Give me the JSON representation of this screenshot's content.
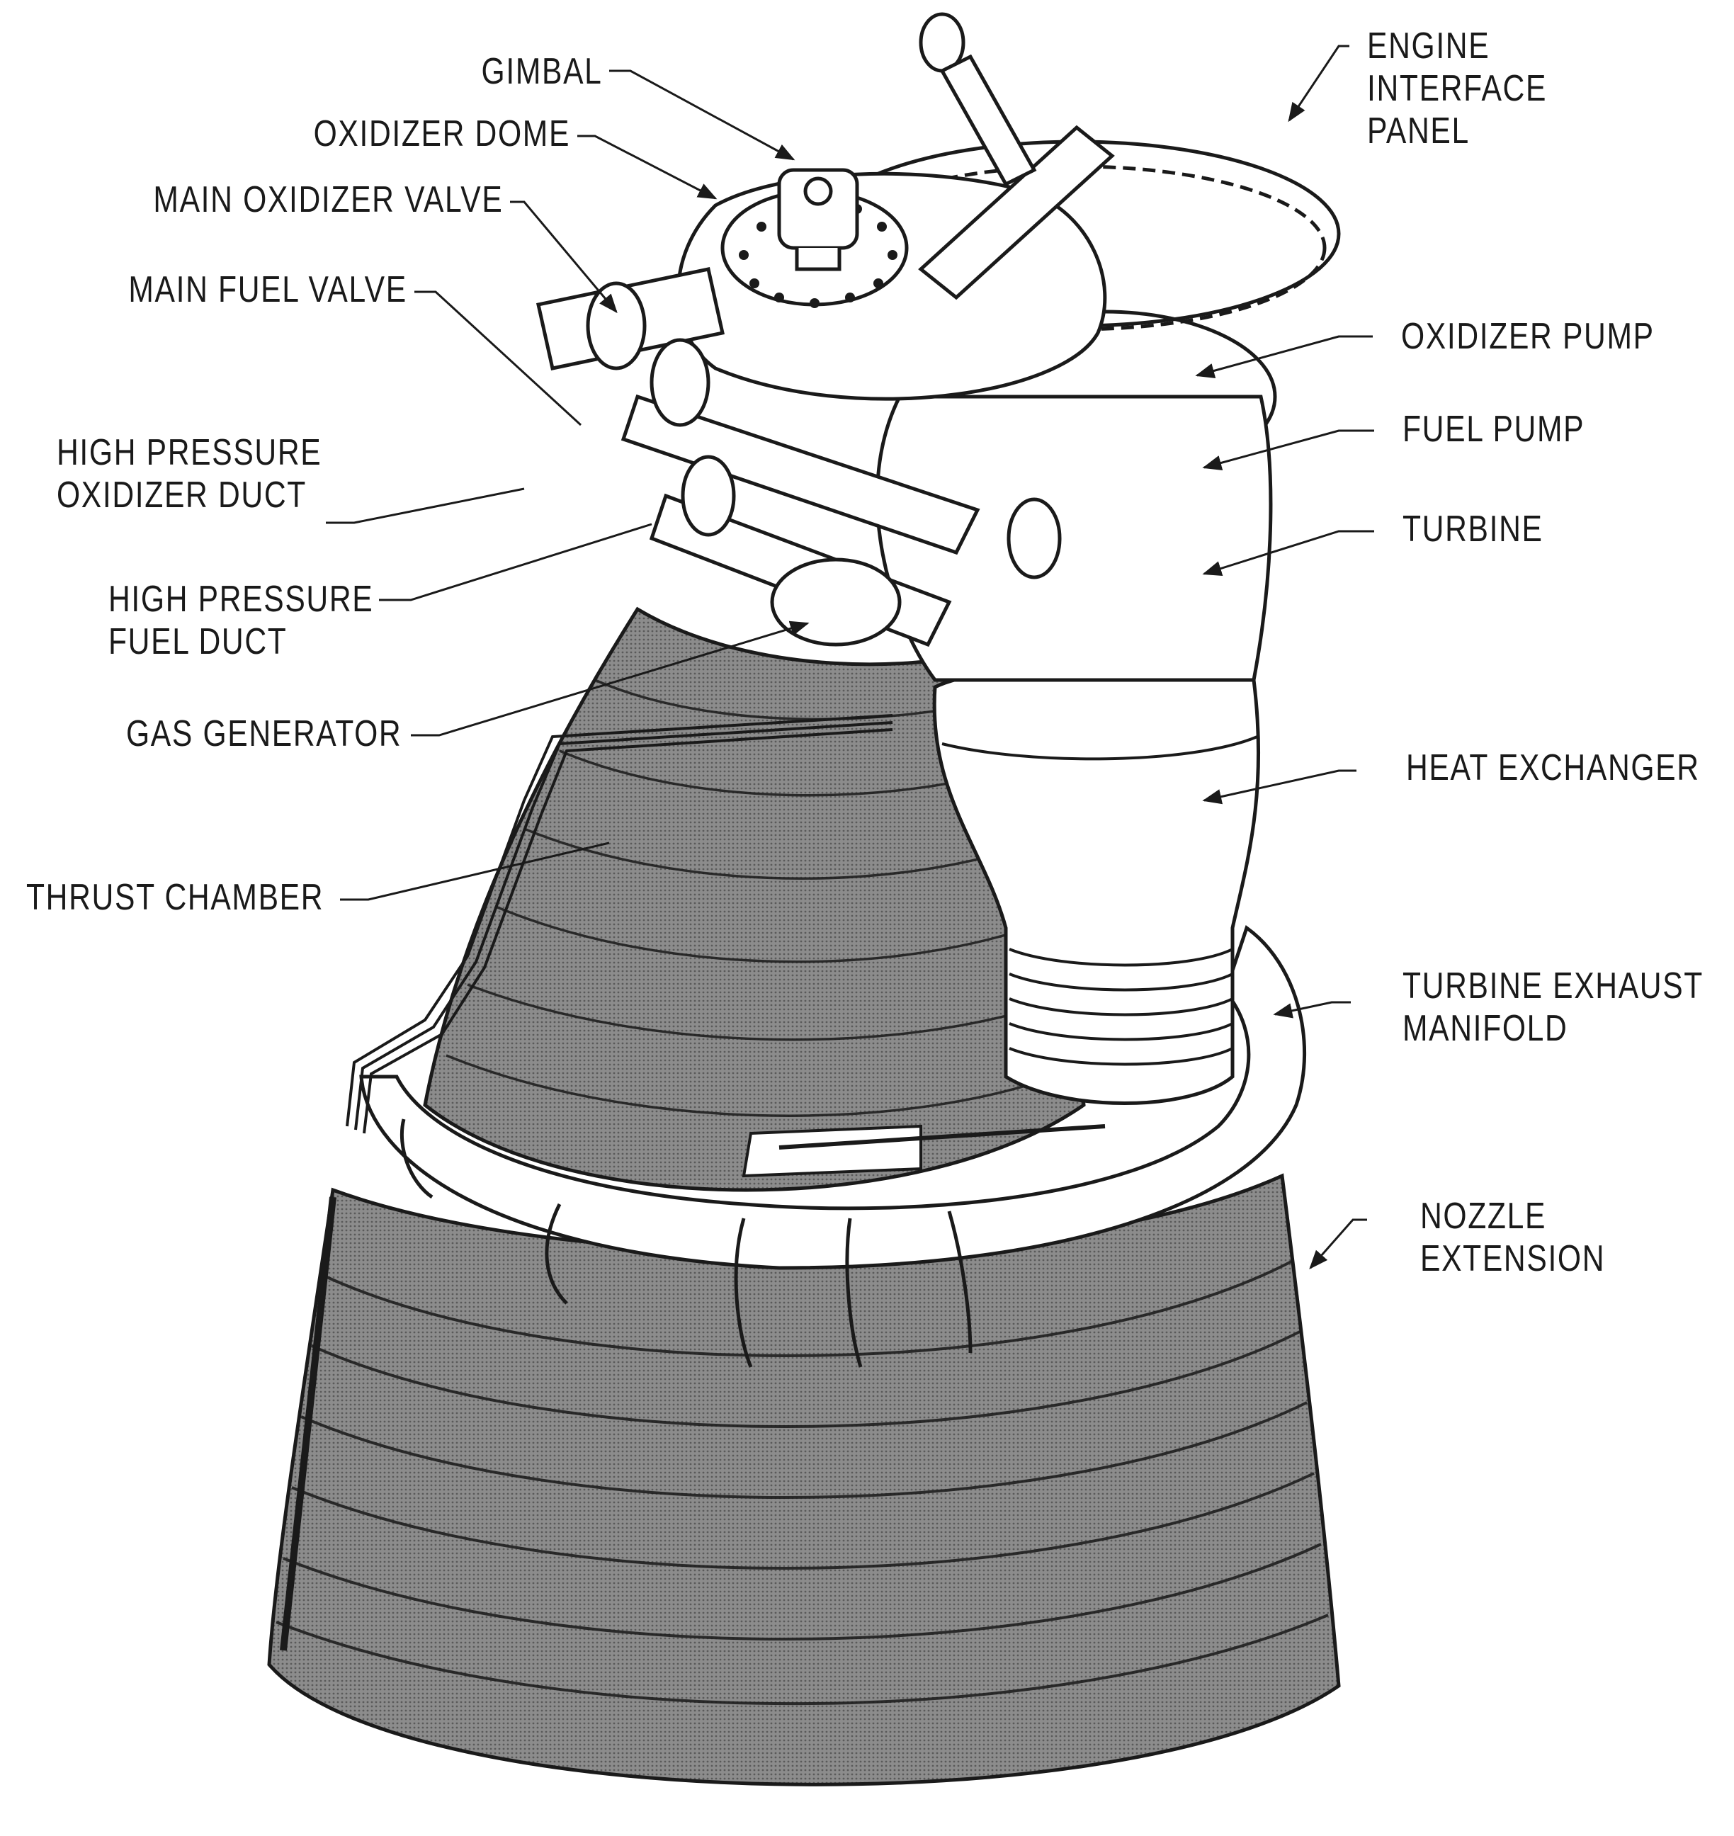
{
  "diagram": {
    "subject": "Rocket engine cutaway illustration",
    "colors": {
      "ink": "#1a1a1a",
      "shade": "#7a7a7a",
      "background": "#ffffff"
    },
    "labels": {
      "gimbal": [
        "GIMBAL"
      ],
      "oxidizer_dome": [
        "OXIDIZER DOME"
      ],
      "main_oxidizer_valve": [
        "MAIN OXIDIZER VALVE"
      ],
      "main_fuel_valve": [
        "MAIN FUEL VALVE"
      ],
      "hp_oxidizer_duct": [
        "HIGH PRESSURE",
        "OXIDIZER DUCT"
      ],
      "hp_fuel_duct": [
        "HIGH PRESSURE",
        "FUEL DUCT"
      ],
      "gas_generator": [
        "GAS GENERATOR"
      ],
      "thrust_chamber": [
        "THRUST CHAMBER"
      ],
      "engine_interface_panel": [
        "ENGINE",
        "INTERFACE",
        "PANEL"
      ],
      "oxidizer_pump": [
        "OXIDIZER PUMP"
      ],
      "fuel_pump": [
        "FUEL PUMP"
      ],
      "turbine": [
        "TURBINE"
      ],
      "heat_exchanger": [
        "HEAT EXCHANGER"
      ],
      "turbine_exhaust_manifold": [
        "TURBINE EXHAUST",
        "MANIFOLD"
      ],
      "nozzle_extension": [
        "NOZZLE",
        "EXTENSION"
      ]
    }
  }
}
